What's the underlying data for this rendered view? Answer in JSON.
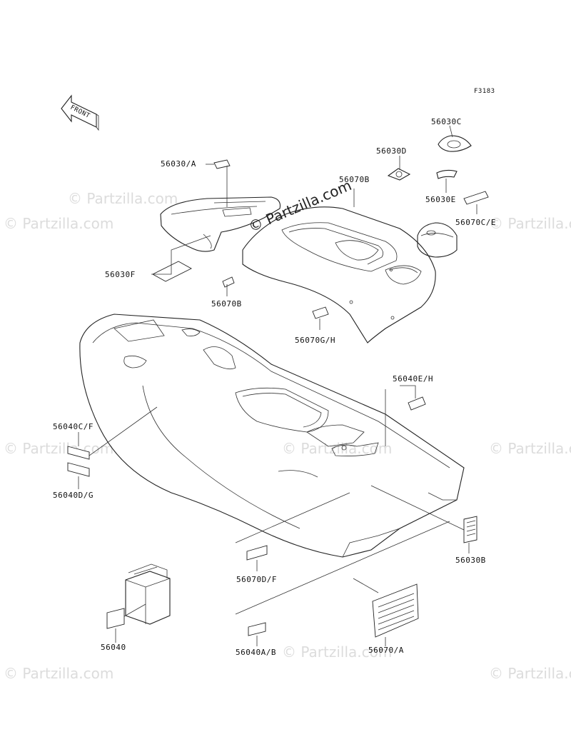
{
  "figure_ref": "F3183",
  "front_arrow_text": "FRONT",
  "watermarks": {
    "main": "© Partzilla.com",
    "ghost": "© Partzilla.com"
  },
  "part_labels": {
    "p56030A": "56030/A",
    "p56030F": "56030F",
    "p56070B_left": "56070B",
    "p56070B_top": "56070B",
    "p56030D": "56030D",
    "p56030C": "56030C",
    "p56030E": "56030E",
    "p56070CE": "56070C/E",
    "p56070GH": "56070G/H",
    "p56040EH": "56040E/H",
    "p56040CF": "56040C/F",
    "p56040DG": "56040D/G",
    "p56030B": "56030B",
    "p56070DF": "56070D/F",
    "p56040": "56040",
    "p56040AB": "56040A/B",
    "p56070A": "56070/A"
  }
}
